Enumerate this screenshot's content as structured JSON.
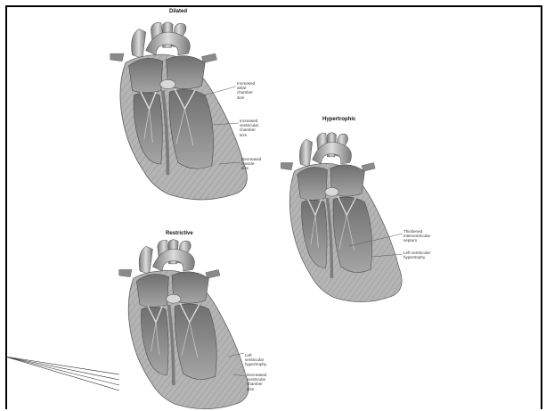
{
  "panels": {
    "dilated": {
      "title": "Dilated",
      "labels": [
        {
          "lines": [
            "Increased",
            "atrial",
            "chamber",
            "size"
          ]
        },
        {
          "lines": [
            "Increased",
            "ventricular",
            "chamber",
            "size"
          ]
        },
        {
          "lines": [
            "Decreased",
            "muscle",
            "size"
          ]
        }
      ]
    },
    "hypertrophic": {
      "title": "Hypertrophic",
      "labels": [
        {
          "lines": [
            "Thickened",
            "interventricular",
            "septum"
          ]
        },
        {
          "lines": [
            "Left ventricular",
            "hypertrophy"
          ]
        }
      ]
    },
    "restrictive": {
      "title": "Restrictive",
      "labels": [
        {
          "lines": [
            "Left",
            "ventricular",
            "hypertrophy"
          ]
        },
        {
          "lines": [
            "Decreased",
            "ventricular",
            "chamber",
            "size"
          ]
        }
      ]
    }
  },
  "colors": {
    "myocardium": "#a9a9a9",
    "vessel_light": "#d6d6d6",
    "vessel_dark": "#6e6e6e",
    "chamber": "#8c8c8c",
    "frame": "#000000"
  }
}
